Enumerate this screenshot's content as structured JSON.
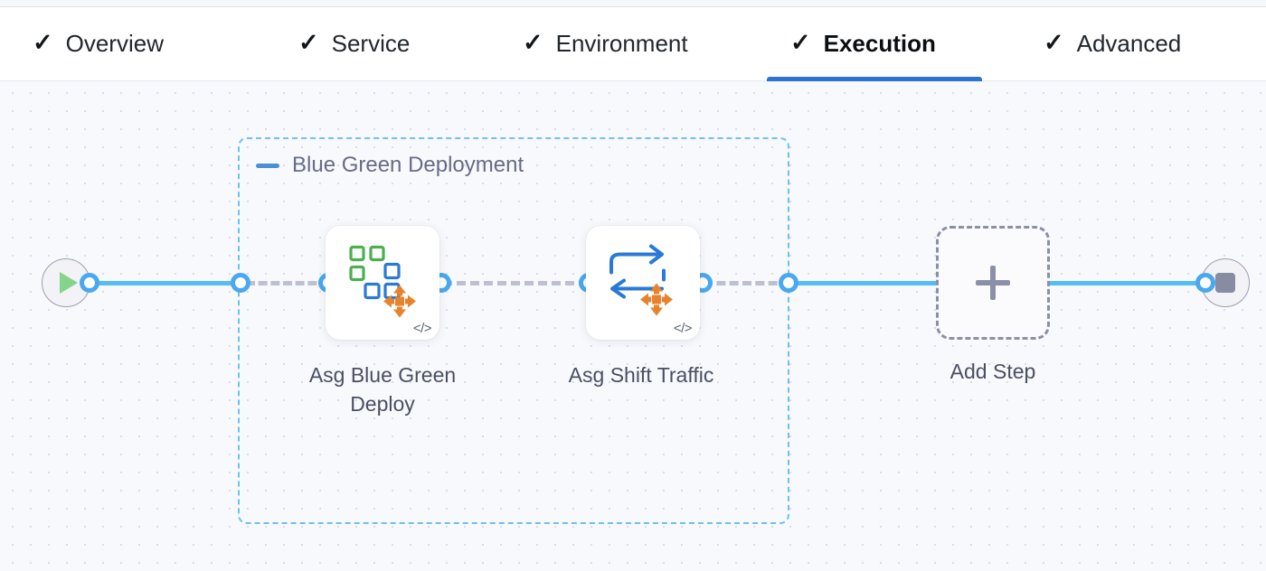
{
  "tabs": [
    {
      "label": "Overview",
      "icon": "check-icon",
      "active": false,
      "complete": true
    },
    {
      "label": "Service",
      "icon": "check-icon",
      "active": false,
      "complete": true
    },
    {
      "label": "Environment",
      "icon": "check-icon",
      "active": false,
      "complete": true
    },
    {
      "label": "Execution",
      "icon": "check-icon",
      "active": true,
      "complete": true
    },
    {
      "label": "Advanced",
      "icon": "check-icon",
      "active": false,
      "complete": true
    }
  ],
  "check_glyph": "✓",
  "canvas": {
    "group": {
      "title": "Blue Green Deployment",
      "collapse_icon": "minus-icon"
    },
    "start_node": {
      "name": "pipeline-start",
      "icon": "play-icon"
    },
    "end_node": {
      "name": "pipeline-end",
      "icon": "stop-icon"
    },
    "steps": [
      {
        "label": "Asg Blue Green\nDeploy",
        "icon": "asg-blue-green-deploy-icon",
        "badge": "</>"
      },
      {
        "label": "Asg Shift Traffic",
        "icon": "asg-shift-traffic-icon",
        "badge": "</>"
      }
    ],
    "add_step": {
      "label": "Add Step",
      "icon": "plus-icon"
    }
  },
  "colors": {
    "accent_blue": "#2e72d2",
    "connector_blue": "#56bdf0",
    "group_border": "#6cc2f0",
    "dashed_connector": "#bcc0cf",
    "canvas_bg": "#f8f9fc",
    "icon_green": "#4caf50",
    "icon_blue": "#2979d6",
    "icon_orange": "#e8822c"
  }
}
